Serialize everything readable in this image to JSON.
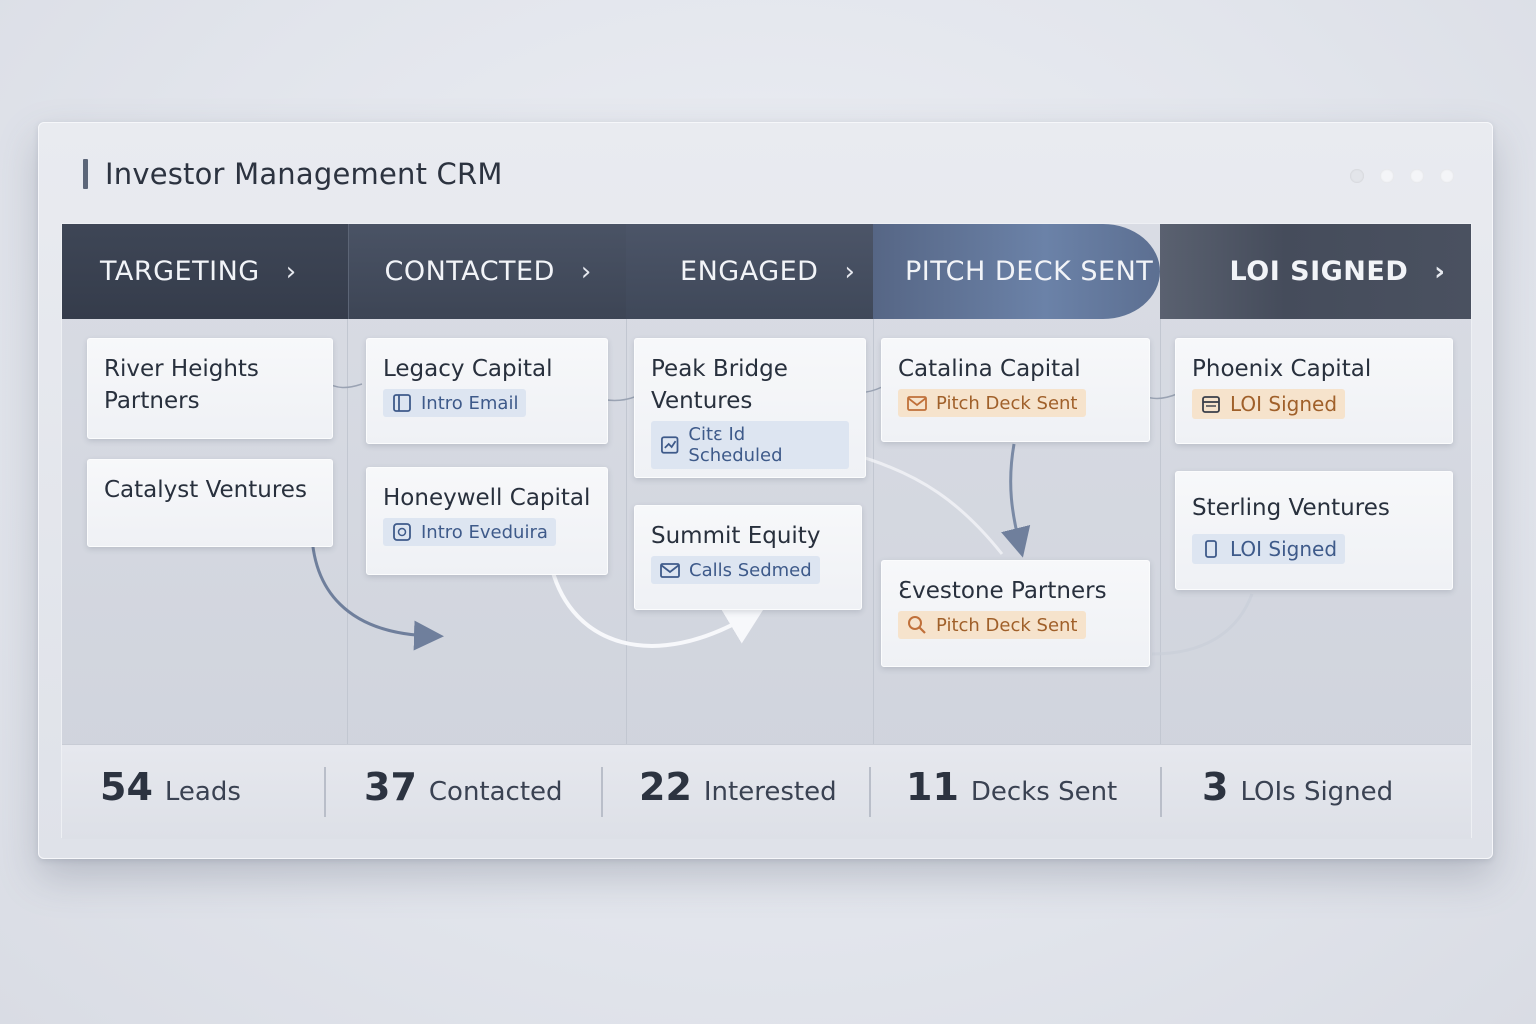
{
  "window": {
    "title": "Investor Management CRM"
  },
  "stages": [
    {
      "label": "TARGETING"
    },
    {
      "label": "CONTACTED"
    },
    {
      "label": "ENGAGED"
    },
    {
      "label": "PITCH DECK SENT"
    },
    {
      "label": "LOI SIGNED"
    }
  ],
  "cards": {
    "river_heights": {
      "name_line1": "River Heights",
      "name_line2": "Partners"
    },
    "catalyst": {
      "name": "Catalyst Ventures"
    },
    "legacy": {
      "name": "Legacy Capital",
      "tag": "Intro Email"
    },
    "honeywell": {
      "name": "Honeywell Capital",
      "tag": "Intro Eveduira"
    },
    "peak_bridge": {
      "name_line1": "Peak Bridge",
      "name_line2": "Ventures",
      "tag": "Citɛ Id Scheduled"
    },
    "summit": {
      "name": "Summit Equity",
      "tag": "Calls Sedmed"
    },
    "catalina": {
      "name": "Catalina Capital",
      "tag": "Pitch Deck Sent"
    },
    "evestone": {
      "name": "Ɛvestone Partners",
      "tag": "Pitch Deck Sent"
    },
    "phoenix": {
      "name": "Phoenix Capital",
      "tag": "LOI Signed"
    },
    "sterling": {
      "name": "Sterling Ventures",
      "tag": "LOI Signed"
    }
  },
  "stats": [
    {
      "value": "54",
      "label": "Leads"
    },
    {
      "value": "37",
      "label": "Contacted"
    },
    {
      "value": "22",
      "label": "Interested"
    },
    {
      "value": "11",
      "label": "Decks Sent"
    },
    {
      "value": "3",
      "label": "LOIs Signed"
    }
  ],
  "colors": {
    "accent": "#6b82a8",
    "tag_blue": "#3e5a8a",
    "tag_orange": "#a0602a"
  }
}
